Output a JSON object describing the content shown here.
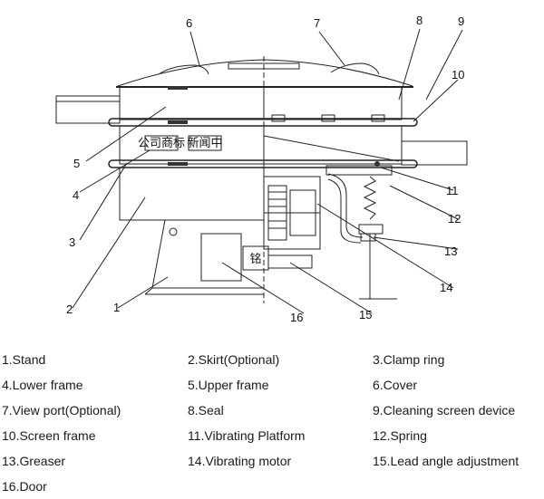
{
  "figure": {
    "seal_labels": [
      "公司商标",
      "新闻中"
    ],
    "plate_label": "铭"
  },
  "callouts": [
    "1",
    "2",
    "3",
    "4",
    "5",
    "6",
    "7",
    "8",
    "9",
    "10",
    "11",
    "12",
    "13",
    "14",
    "15",
    "16"
  ],
  "legend": [
    [
      "1.Stand",
      "2.Skirt(Optional)",
      "3.Clamp ring"
    ],
    [
      "4.Lower frame",
      "5.Upper frame",
      "6.Cover"
    ],
    [
      "7.View port(Optional)",
      "8.Seal",
      "9.Cleaning screen device"
    ],
    [
      "10.Screen frame",
      "11.Vibrating Platform",
      "12.Spring"
    ],
    [
      "13.Greaser",
      "14.Vibrating motor",
      "15.Lead angle adjustment"
    ],
    [
      "16.Door",
      "",
      ""
    ]
  ]
}
